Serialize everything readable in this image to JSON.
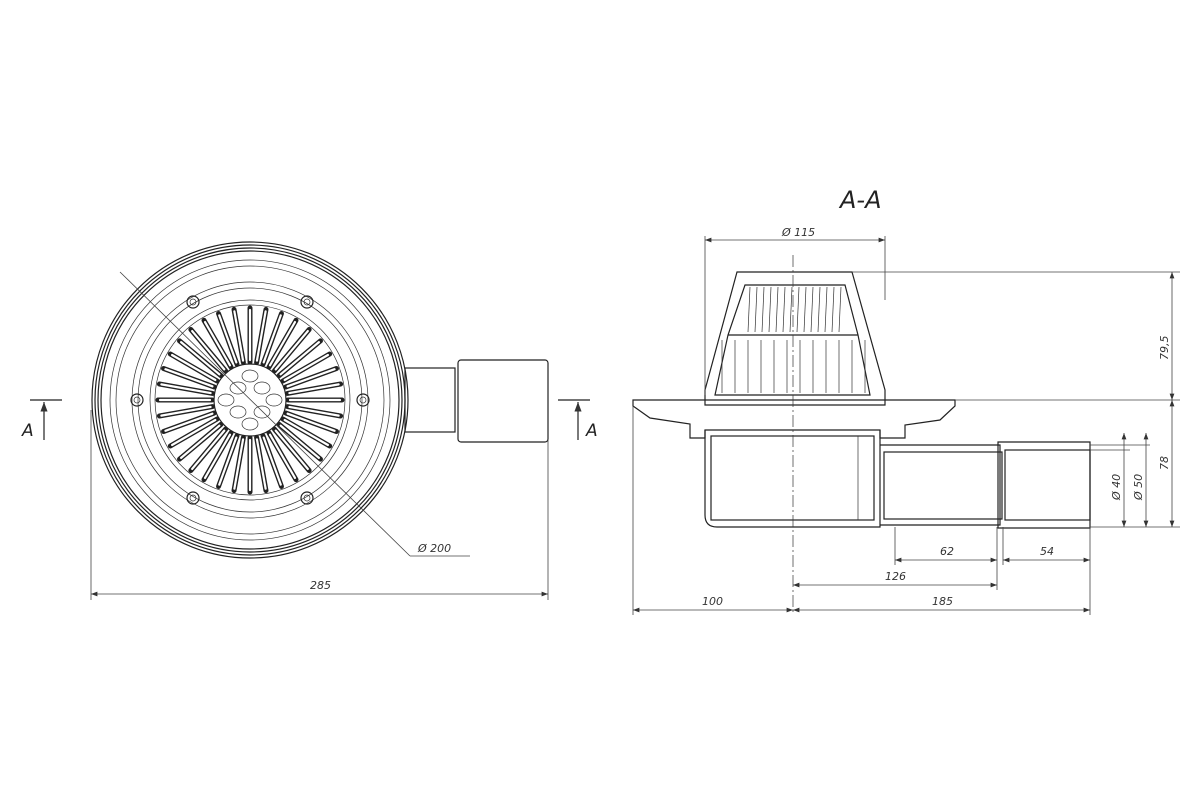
{
  "section_title": "A-A",
  "section_marks": {
    "left": "A",
    "right": "A"
  },
  "plan_view": {
    "diameter_label": "Ø 200",
    "overall_width": "285"
  },
  "section_view": {
    "top_diameter": "Ø 115",
    "dome_height": "79,5",
    "body_height": "78",
    "outlet_inner": "Ø 40",
    "outlet_outer": "Ø 50",
    "len_62": "62",
    "len_54": "54",
    "len_126": "126",
    "left_100": "100",
    "right_185": "185"
  }
}
